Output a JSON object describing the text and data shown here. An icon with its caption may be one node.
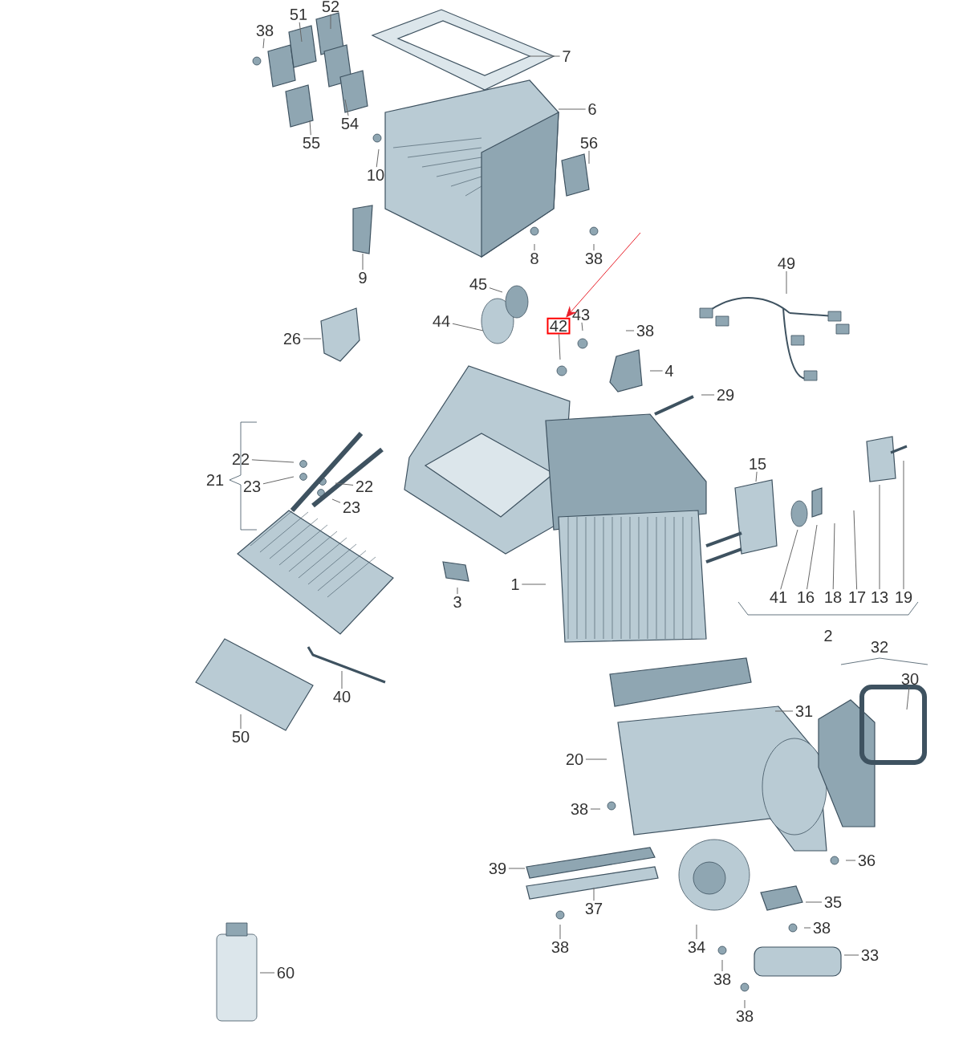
{
  "diagram": {
    "nodes": [
      {
        "text": [
          "38"
        ]
      },
      {
        "text": [
          "51"
        ]
      },
      {
        "text": [
          "52"
        ]
      },
      {
        "text": [
          "7"
        ]
      },
      {
        "text": [
          "6"
        ]
      },
      {
        "text": [
          "54"
        ]
      },
      {
        "text": [
          "55"
        ]
      },
      {
        "text": [
          "10"
        ]
      },
      {
        "text": [
          "56"
        ]
      },
      {
        "text": [
          "9"
        ]
      },
      {
        "text": [
          "8"
        ]
      },
      {
        "text": [
          "38"
        ]
      },
      {
        "text": [
          "45"
        ]
      },
      {
        "text": [
          "44"
        ]
      },
      {
        "text": [
          "42"
        ]
      },
      {
        "text": [
          "43"
        ]
      },
      {
        "text": [
          "38"
        ]
      },
      {
        "text": [
          "26"
        ]
      },
      {
        "text": [
          "49"
        ]
      },
      {
        "text": [
          "4"
        ]
      },
      {
        "text": [
          "29"
        ]
      },
      {
        "text": [
          "22"
        ]
      },
      {
        "text": [
          "23"
        ]
      },
      {
        "text": [
          "22"
        ]
      },
      {
        "text": [
          "23"
        ]
      },
      {
        "text": [
          "15"
        ]
      },
      {
        "text": [
          "1"
        ]
      },
      {
        "text": [
          "3"
        ]
      },
      {
        "text": [
          "41"
        ]
      },
      {
        "text": [
          "16"
        ]
      },
      {
        "text": [
          "18"
        ]
      },
      {
        "text": [
          "17"
        ]
      },
      {
        "text": [
          "13"
        ]
      },
      {
        "text": [
          "19"
        ]
      },
      {
        "text": [
          "40"
        ]
      },
      {
        "text": [
          "50"
        ]
      },
      {
        "text": [
          "31"
        ]
      },
      {
        "text": [
          "30"
        ]
      },
      {
        "text": [
          "20"
        ]
      },
      {
        "text": [
          "38"
        ]
      },
      {
        "text": [
          "36"
        ]
      },
      {
        "text": [
          "39"
        ]
      },
      {
        "text": [
          "35"
        ]
      },
      {
        "text": [
          "37"
        ]
      },
      {
        "text": [
          "38"
        ]
      },
      {
        "text": [
          "34"
        ]
      },
      {
        "text": [
          "33"
        ]
      },
      {
        "text": [
          "38"
        ]
      },
      {
        "text": [
          "60"
        ]
      },
      {
        "text": [
          "38"
        ]
      },
      {
        "text": [
          "38"
        ]
      }
    ],
    "edges": [
      {
        "from": 0,
        "to": null,
        "arrow": "none"
      },
      {
        "from": 1,
        "to": null,
        "arrow": "none"
      },
      {
        "from": 2,
        "to": null,
        "arrow": "none"
      },
      {
        "from": 3,
        "to": null,
        "arrow": "none"
      },
      {
        "from": 4,
        "to": null,
        "arrow": "none"
      },
      {
        "from": 5,
        "to": null,
        "arrow": "none"
      },
      {
        "from": 6,
        "to": null,
        "arrow": "none"
      },
      {
        "from": 7,
        "to": null,
        "arrow": "none"
      },
      {
        "from": 8,
        "to": null,
        "arrow": "none"
      },
      {
        "from": 9,
        "to": null,
        "arrow": "none"
      },
      {
        "from": 10,
        "to": null,
        "arrow": "none"
      },
      {
        "from": 11,
        "to": null,
        "arrow": "none"
      },
      {
        "from": 12,
        "to": null,
        "arrow": "none"
      },
      {
        "from": 13,
        "to": null,
        "arrow": "none"
      },
      {
        "from": 14,
        "to": null,
        "arrow": "none"
      },
      {
        "from": 15,
        "to": null,
        "arrow": "none"
      },
      {
        "from": 16,
        "to": null,
        "arrow": "none"
      },
      {
        "from": 17,
        "to": null,
        "arrow": "none"
      },
      {
        "from": 18,
        "to": null,
        "arrow": "none"
      },
      {
        "from": 19,
        "to": null,
        "arrow": "none"
      },
      {
        "from": 20,
        "to": null,
        "arrow": "none"
      },
      {
        "from": 21,
        "to": null,
        "arrow": "none"
      },
      {
        "from": 22,
        "to": null,
        "arrow": "none"
      },
      {
        "from": 23,
        "to": null,
        "arrow": "none"
      },
      {
        "from": 24,
        "to": null,
        "arrow": "none"
      },
      {
        "from": 25,
        "to": null,
        "arrow": "none"
      },
      {
        "from": 26,
        "to": null,
        "arrow": "none"
      },
      {
        "from": 27,
        "to": null,
        "arrow": "none"
      },
      {
        "from": 28,
        "to": null,
        "arrow": "none"
      },
      {
        "from": 29,
        "to": null,
        "arrow": "none"
      },
      {
        "from": 30,
        "to": null,
        "arrow": "none"
      },
      {
        "from": 31,
        "to": null,
        "arrow": "none"
      },
      {
        "from": 32,
        "to": null,
        "arrow": "none"
      },
      {
        "from": 33,
        "to": null,
        "arrow": "none"
      },
      {
        "from": 34,
        "to": null,
        "arrow": "none"
      },
      {
        "from": 35,
        "to": null,
        "arrow": "none"
      },
      {
        "from": 36,
        "to": null,
        "arrow": "none"
      },
      {
        "from": 37,
        "to": null,
        "arrow": "none"
      },
      {
        "from": 38,
        "to": null,
        "arrow": "none"
      },
      {
        "from": 39,
        "to": null,
        "arrow": "none"
      },
      {
        "from": 40,
        "to": null,
        "arrow": "none"
      },
      {
        "from": 41,
        "to": null,
        "arrow": "none"
      },
      {
        "from": 42,
        "to": null,
        "arrow": "none"
      },
      {
        "from": 43,
        "to": null,
        "arrow": "none"
      },
      {
        "from": 44,
        "to": null,
        "arrow": "none"
      },
      {
        "from": 45,
        "to": null,
        "arrow": "none"
      },
      {
        "from": 46,
        "to": null,
        "arrow": "none"
      },
      {
        "from": 47,
        "to": null,
        "arrow": "none"
      },
      {
        "from": 48,
        "to": null,
        "arrow": "none"
      },
      {
        "from": 49,
        "to": null,
        "arrow": "none"
      },
      {
        "from": 50,
        "to": null,
        "arrow": "none"
      },
      {
        "from": null,
        "to": 14,
        "arrow": "to",
        "color": "#e8202a"
      }
    ],
    "labels": [
      "21",
      "2",
      "32"
    ]
  }
}
